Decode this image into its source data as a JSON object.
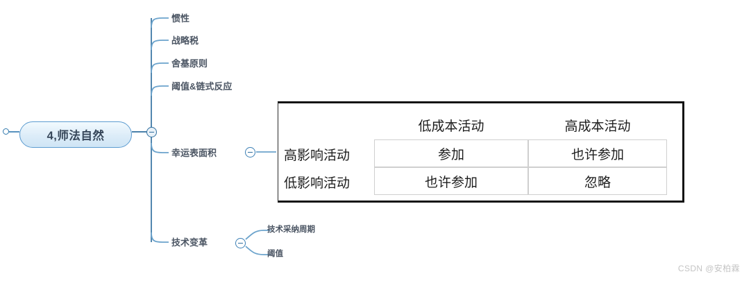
{
  "mindmap": {
    "root": {
      "label": "4,师法自然",
      "toggle_icon": "circle-minus-icon",
      "end_dot_icon": "circle-dot-icon"
    },
    "branches": [
      {
        "label": "惯性"
      },
      {
        "label": "战略税"
      },
      {
        "label": "舍基原则"
      },
      {
        "label": "阈值&链式反应"
      },
      {
        "label": "幸运表面积",
        "toggle_icon": "circle-minus-icon"
      },
      {
        "label": "技术变革",
        "toggle_icon": "circle-minus-icon"
      }
    ],
    "tech_children": [
      {
        "label": "技术采纳周期"
      },
      {
        "label": "阈值"
      }
    ]
  },
  "matrix": {
    "corner": "",
    "col_headers": [
      "低成本活动",
      "高成本活动"
    ],
    "row_headers": [
      "高影响活动",
      "低影响活动"
    ],
    "cells": [
      [
        "参加",
        "也许参加"
      ],
      [
        "也许参加",
        "忽略"
      ]
    ]
  },
  "watermark": {
    "text": "CSDN @安柏霖"
  },
  "colors": {
    "branch_line": "#5a93bf",
    "trunk_line": "#2f6e9e",
    "node_border": "#5b9bd0",
    "node_fill": "#dcecf8",
    "text": "#4b5563",
    "matrix_border": "#111111"
  }
}
